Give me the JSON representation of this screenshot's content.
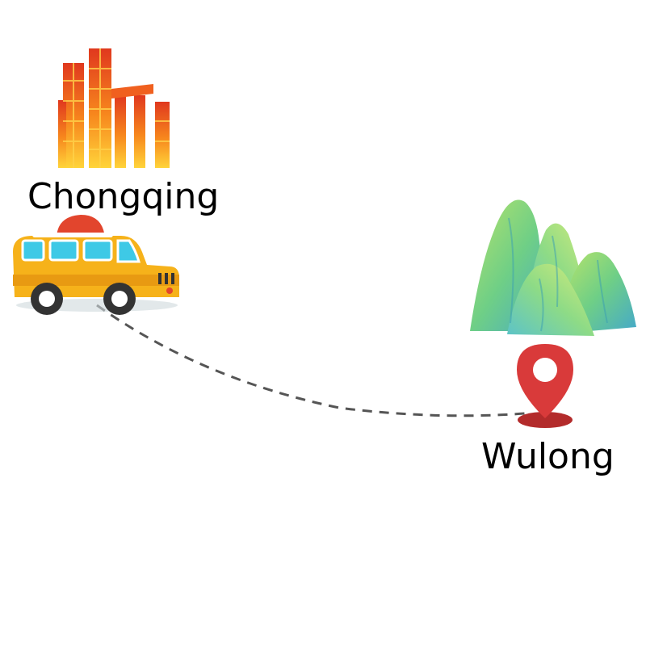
{
  "origin": {
    "name": "Chongqing",
    "landmark_icon": "skyscrapers-icon",
    "vehicle_icon": "car-icon"
  },
  "destination": {
    "name": "Wulong",
    "landmark_icon": "mountains-icon",
    "marker_icon": "map-pin-icon"
  },
  "route": {
    "style": "dashed"
  },
  "colors": {
    "building_red": "#e0381e",
    "building_yellow": "#ffcc2a",
    "car_body": "#f6b21a",
    "car_window": "#3ec9e6",
    "mountain_green": "#7ed47a",
    "mountain_teal": "#4ab8c8",
    "pin_red": "#d93a3a",
    "route_line": "#555555"
  }
}
